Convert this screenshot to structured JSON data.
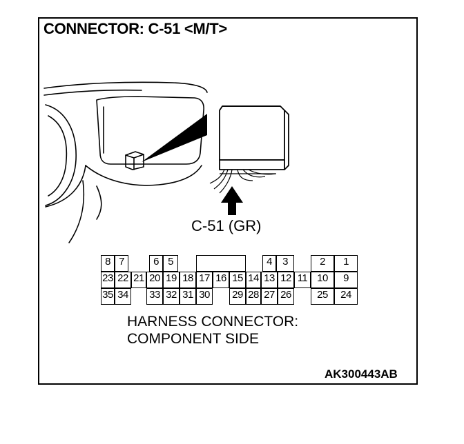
{
  "title": "CONNECTOR: C-51 <M/T>",
  "connector_label": "C-51 (GR)",
  "caption_line1": "HARNESS CONNECTOR:",
  "caption_line2": "COMPONENT SIDE",
  "figure_code": "AK300443AB",
  "pins": {
    "row1": [
      "8",
      "7",
      "6",
      "5",
      "4",
      "3",
      "2",
      "1"
    ],
    "row2": [
      "23",
      "22",
      "21",
      "20",
      "19",
      "18",
      "17",
      "16",
      "15",
      "14",
      "13",
      "12",
      "11",
      "10",
      "9"
    ],
    "row3": [
      "35",
      "34",
      "33",
      "32",
      "31",
      "30",
      "29",
      "28",
      "27",
      "26",
      "25",
      "24"
    ]
  }
}
